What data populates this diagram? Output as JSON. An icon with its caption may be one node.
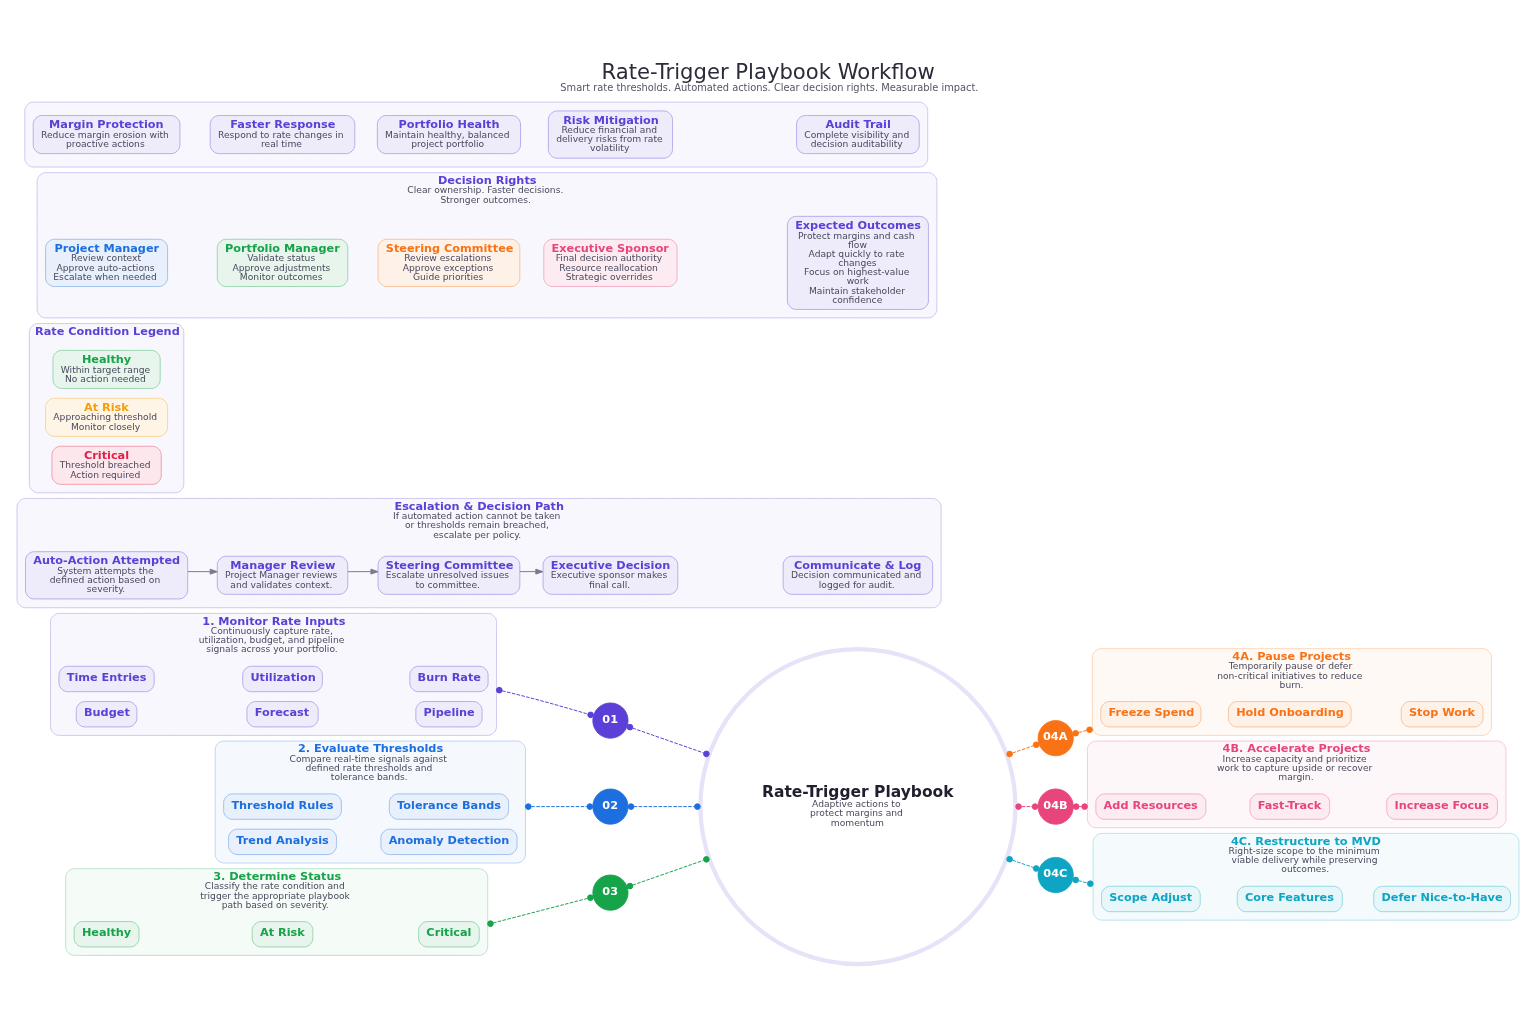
{
  "diagram": {
    "title": "Rate-Trigger Playbook Workflow",
    "caption": "Smart rate thresholds. Automated actions. Clear decision rights. Measurable impact.",
    "nodes": [
      {
        "text": [
          "1. Monitor Rate Inputs",
          "Continuously capture rate, utilization, budget, and pipeline signals across your portfolio."
        ]
      },
      {
        "text": [
          "Time Entries"
        ],
        "in": 0
      },
      {
        "text": [
          "Utilization"
        ],
        "in": 0
      },
      {
        "text": [
          "Burn Rate"
        ],
        "in": 0
      },
      {
        "text": [
          "Budget"
        ],
        "in": 0
      },
      {
        "text": [
          "Forecast"
        ],
        "in": 0
      },
      {
        "text": [
          "Pipeline"
        ],
        "in": 0
      },
      {
        "text": [
          "2. Evaluate Thresholds",
          "Compare real-time signals against defined rate thresholds and tolerance bands."
        ]
      },
      {
        "text": [
          "Threshold Rules"
        ],
        "in": 7
      },
      {
        "text": [
          "Tolerance Bands"
        ],
        "in": 7
      },
      {
        "text": [
          "Trend Analysis"
        ],
        "in": 7
      },
      {
        "text": [
          "Anomaly Detection"
        ],
        "in": 7
      },
      {
        "text": [
          "3. Determine Status",
          "Classify the rate condition and trigger the appropriate playbook path based on severity."
        ]
      },
      {
        "text": [
          "Healthy"
        ],
        "in": 12
      },
      {
        "text": [
          "At Risk"
        ],
        "in": 12
      },
      {
        "text": [
          "Critical"
        ],
        "in": 12
      },
      {
        "text": [
          "01"
        ]
      },
      {
        "text": [
          "02"
        ]
      },
      {
        "text": [
          "03"
        ]
      },
      {
        "text": [
          "Rate-Trigger Playbook",
          "Adaptive actions to protect margins and momentum"
        ]
      },
      {
        "text": [
          "04A"
        ]
      },
      {
        "text": [
          "04B"
        ]
      },
      {
        "text": [
          "04C"
        ]
      },
      {
        "text": [
          "4A. Pause Projects",
          "Temporarily pause or defer non-critical initiatives to reduce burn."
        ]
      },
      {
        "text": [
          "Freeze Spend"
        ],
        "in": 23
      },
      {
        "text": [
          "Hold Onboarding"
        ],
        "in": 23
      },
      {
        "text": [
          "Stop Work"
        ],
        "in": 23
      },
      {
        "text": [
          "4B. Accelerate Projects",
          "Increase capacity and prioritize work to capture upside or recover margin."
        ]
      },
      {
        "text": [
          "Add Resources"
        ],
        "in": 27
      },
      {
        "text": [
          "Fast-Track"
        ],
        "in": 27
      },
      {
        "text": [
          "Increase Focus"
        ],
        "in": 27
      },
      {
        "text": [
          "4C. Restructure to MVD",
          "Right-size scope to the minimum viable delivery while preserving outcomes."
        ]
      },
      {
        "text": [
          "Scope Adjust"
        ],
        "in": 31
      },
      {
        "text": [
          "Core Features"
        ],
        "in": 31
      },
      {
        "text": [
          "Defer Nice-to-Have"
        ],
        "in": 31
      },
      {
        "text": [
          "Escalation & Decision Path",
          "If automated action cannot be taken or thresholds remain breached, escalate per policy."
        ]
      },
      {
        "text": [
          "Auto-Action Attempted",
          "System attempts the defined action based on severity."
        ],
        "in": 35
      },
      {
        "text": [
          "Manager Review",
          "Project Manager reviews and validates context."
        ],
        "in": 35
      },
      {
        "text": [
          "Steering Committee",
          "Escalate unresolved issues to committee."
        ],
        "in": 35
      },
      {
        "text": [
          "Executive Decision",
          "Executive sponsor makes final call."
        ],
        "in": 35
      },
      {
        "text": [
          "Communicate & Log",
          "Decision communicated and logged for audit."
        ],
        "in": 35
      },
      {
        "text": [
          "Rate Condition Legend"
        ]
      },
      {
        "text": [
          "Healthy",
          "Within target range",
          "No action needed"
        ],
        "in": 41
      },
      {
        "text": [
          "At Risk",
          "Approaching threshold",
          "Monitor closely"
        ],
        "in": 41
      },
      {
        "text": [
          "Critical",
          "Threshold breached",
          "Action required"
        ],
        "in": 41
      },
      {
        "text": [
          "Decision Rights",
          "Clear ownership. Faster decisions. Stronger outcomes."
        ]
      },
      {
        "text": [
          "Project Manager",
          "Review context",
          "Approve auto-actions",
          "Escalate when needed"
        ],
        "in": 45
      },
      {
        "text": [
          "Portfolio Manager",
          "Validate status",
          "Approve adjustments",
          "Monitor outcomes"
        ],
        "in": 45
      },
      {
        "text": [
          "Steering Committee",
          "Review escalations",
          "Approve exceptions",
          "Guide priorities"
        ],
        "in": 45
      },
      {
        "text": [
          "Executive Sponsor",
          "Final decision authority",
          "Resource reallocation",
          "Strategic overrides"
        ],
        "in": 45
      },
      {
        "text": [
          "Expected Outcomes",
          "Protect margins and cash flow",
          "Adapt quickly to rate changes",
          "Focus on highest-value work",
          "Maintain stakeholder confidence"
        ],
        "in": 45
      },
      {
        "text": [],
        "shape": "box"
      },
      {
        "text": [
          "Margin Protection",
          "Reduce margin erosion with proactive actions"
        ],
        "in": 51
      },
      {
        "text": [
          "Faster Response",
          "Respond to rate changes in real time"
        ],
        "in": 51
      },
      {
        "text": [
          "Portfolio Health",
          "Maintain healthy, balanced project portfolio"
        ],
        "in": 51
      },
      {
        "text": [
          "Risk Mitigation",
          "Reduce financial and delivery risks from rate volatility"
        ],
        "in": 51
      },
      {
        "text": [
          "Audit Trail",
          "Complete visibility and decision auditability"
        ],
        "in": 51
      }
    ],
    "edges": [
      {
        "from": 0,
        "to": 16,
        "arrow": "other",
        "style": "dashed",
        "color": "#5b3fd6"
      },
      {
        "from": 16,
        "to": 19,
        "arrow": "other",
        "style": "dashed",
        "color": "#5b3fd6"
      },
      {
        "from": 7,
        "to": 17,
        "arrow": "other",
        "style": "dashed",
        "color": "#1d6fe0"
      },
      {
        "from": 17,
        "to": 19,
        "arrow": "other",
        "style": "dashed",
        "color": "#1d6fe0"
      },
      {
        "from": 12,
        "to": 18,
        "arrow": "other",
        "style": "dashed",
        "color": "#16a34a"
      },
      {
        "from": 18,
        "to": 19,
        "arrow": "other",
        "style": "dashed",
        "color": "#16a34a"
      },
      {
        "from": 19,
        "to": 20,
        "arrow": "other",
        "style": "dashed",
        "color": "#f97316"
      },
      {
        "from": 20,
        "to": 23,
        "arrow": "other",
        "style": "dashed",
        "color": "#f97316"
      },
      {
        "from": 19,
        "to": 21,
        "arrow": "other",
        "style": "dashed",
        "color": "#e8457c"
      },
      {
        "from": 21,
        "to": 27,
        "arrow": "other",
        "style": "dashed",
        "color": "#e8457c"
      },
      {
        "from": 19,
        "to": 22,
        "arrow": "other",
        "style": "dashed",
        "color": "#0ea5c4"
      },
      {
        "from": 22,
        "to": 31,
        "arrow": "other",
        "style": "dashed",
        "color": "#0ea5c4"
      },
      {
        "from": 36,
        "to": 37,
        "arrow": "to"
      },
      {
        "from": 37,
        "to": 38,
        "arrow": "to"
      },
      {
        "from": 38,
        "to": 39,
        "arrow": "to"
      }
    ]
  }
}
